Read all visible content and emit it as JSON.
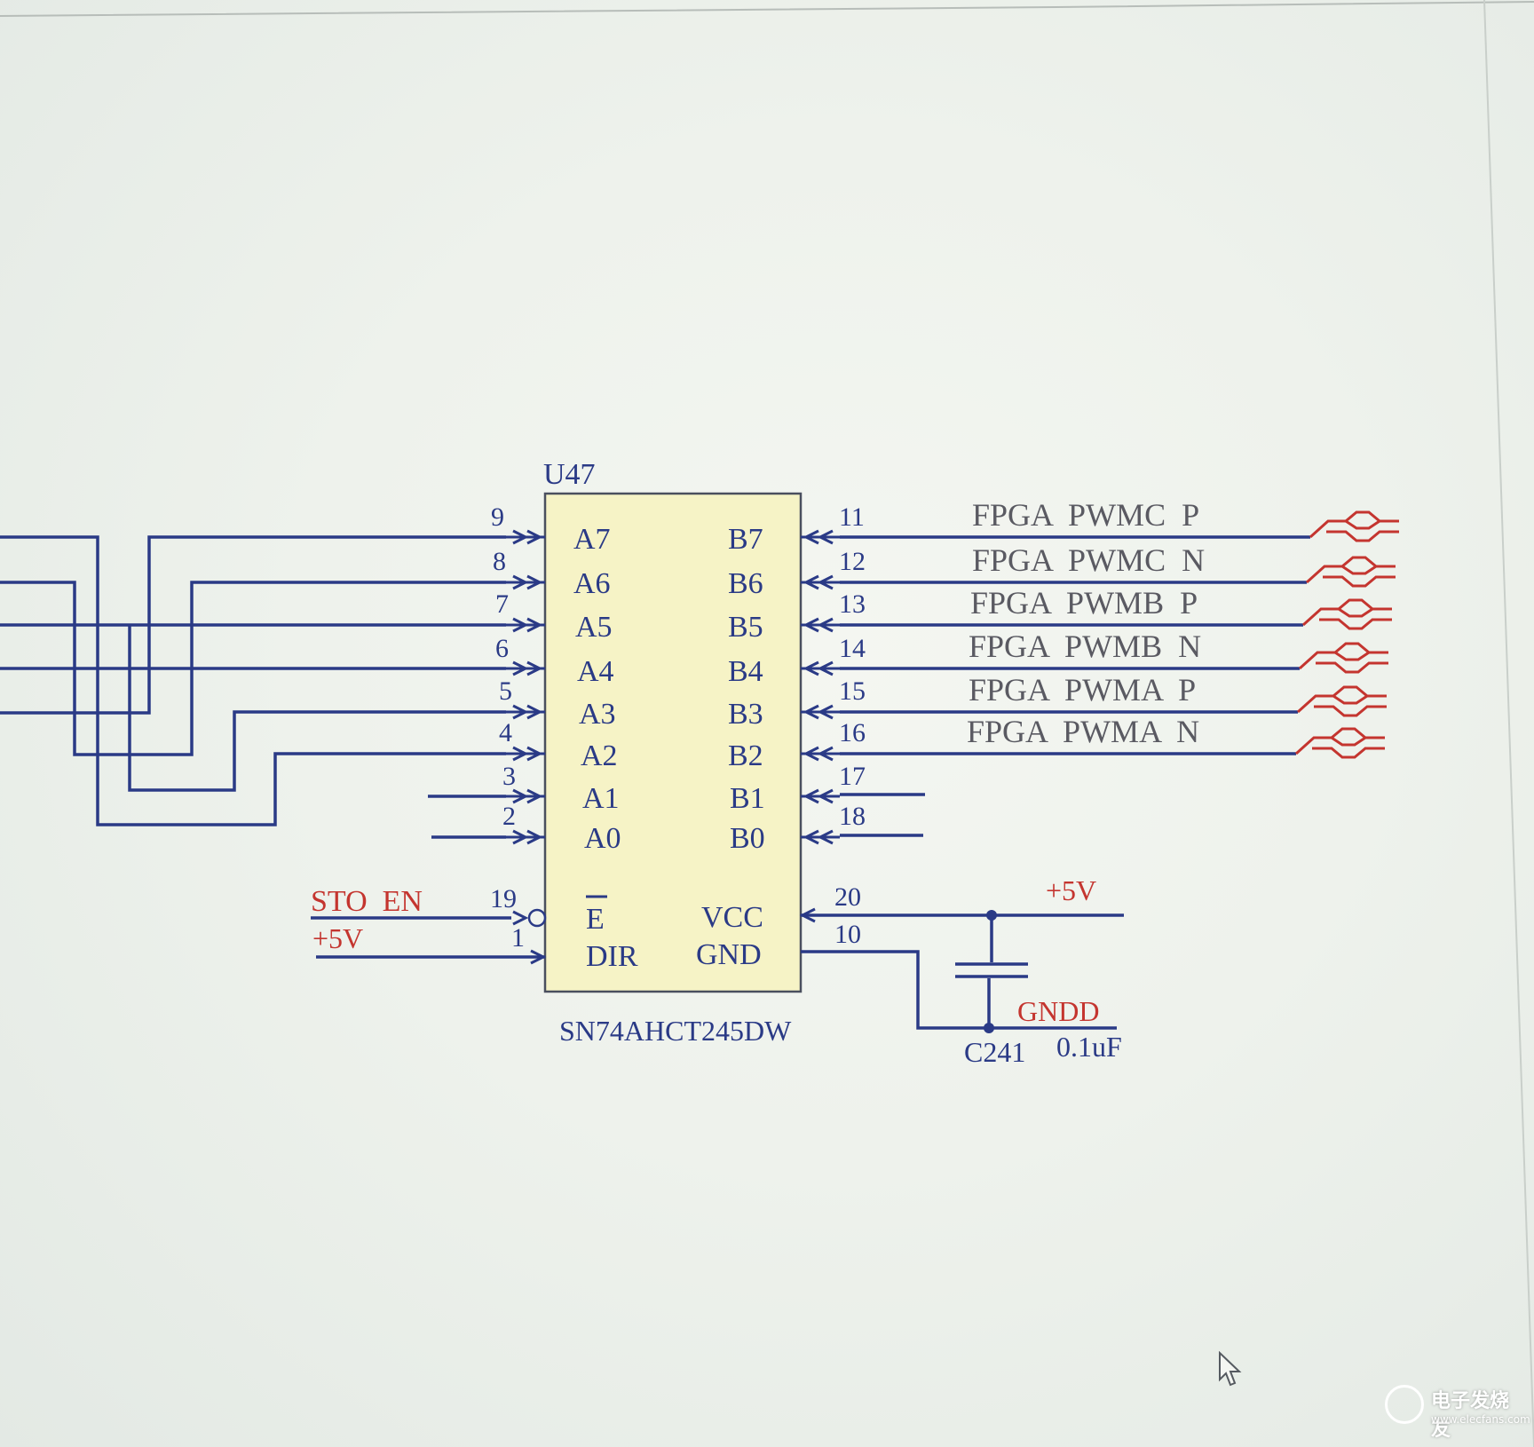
{
  "chip": {
    "refdes": "U47",
    "part_number": "SN74AHCT245DW",
    "left_pins": [
      {
        "number": "9",
        "name": "A7"
      },
      {
        "number": "8",
        "name": "A6"
      },
      {
        "number": "7",
        "name": "A5"
      },
      {
        "number": "6",
        "name": "A4"
      },
      {
        "number": "5",
        "name": "A3"
      },
      {
        "number": "4",
        "name": "A2"
      },
      {
        "number": "3",
        "name": "A1"
      },
      {
        "number": "2",
        "name": "A0"
      }
    ],
    "right_pins": [
      {
        "number": "11",
        "name": "B7"
      },
      {
        "number": "12",
        "name": "B6"
      },
      {
        "number": "13",
        "name": "B5"
      },
      {
        "number": "14",
        "name": "B4"
      },
      {
        "number": "15",
        "name": "B3"
      },
      {
        "number": "16",
        "name": "B2"
      },
      {
        "number": "17",
        "name": "B1"
      },
      {
        "number": "18",
        "name": "B0"
      }
    ],
    "control_pins": [
      {
        "number": "19",
        "name": "E"
      },
      {
        "number": "1",
        "name": "DIR"
      }
    ],
    "power_pins": [
      {
        "number": "20",
        "name": "VCC"
      },
      {
        "number": "10",
        "name": "GND"
      }
    ]
  },
  "nets": {
    "outputs": [
      "FPGA  PWMC  P",
      "FPGA  PWMC  N",
      "FPGA  PWMB  P",
      "FPGA  PWMB  N",
      "FPGA  PWMA  P",
      "FPGA  PWMA  N"
    ],
    "enable": "STO  EN",
    "dir_power": "+5V",
    "vcc_power": "+5V",
    "ground": "GNDD"
  },
  "capacitor": {
    "refdes": "C241",
    "value": "0.1uF"
  },
  "watermark": {
    "brand": "电子发烧友",
    "site": "www.elecfans.com"
  },
  "colors": {
    "wire": "#2a3a86",
    "power_label": "#c4352f",
    "net_label": "#5a5a62",
    "chip_fill": "#f6f3c6",
    "background": "#eef2ec"
  }
}
